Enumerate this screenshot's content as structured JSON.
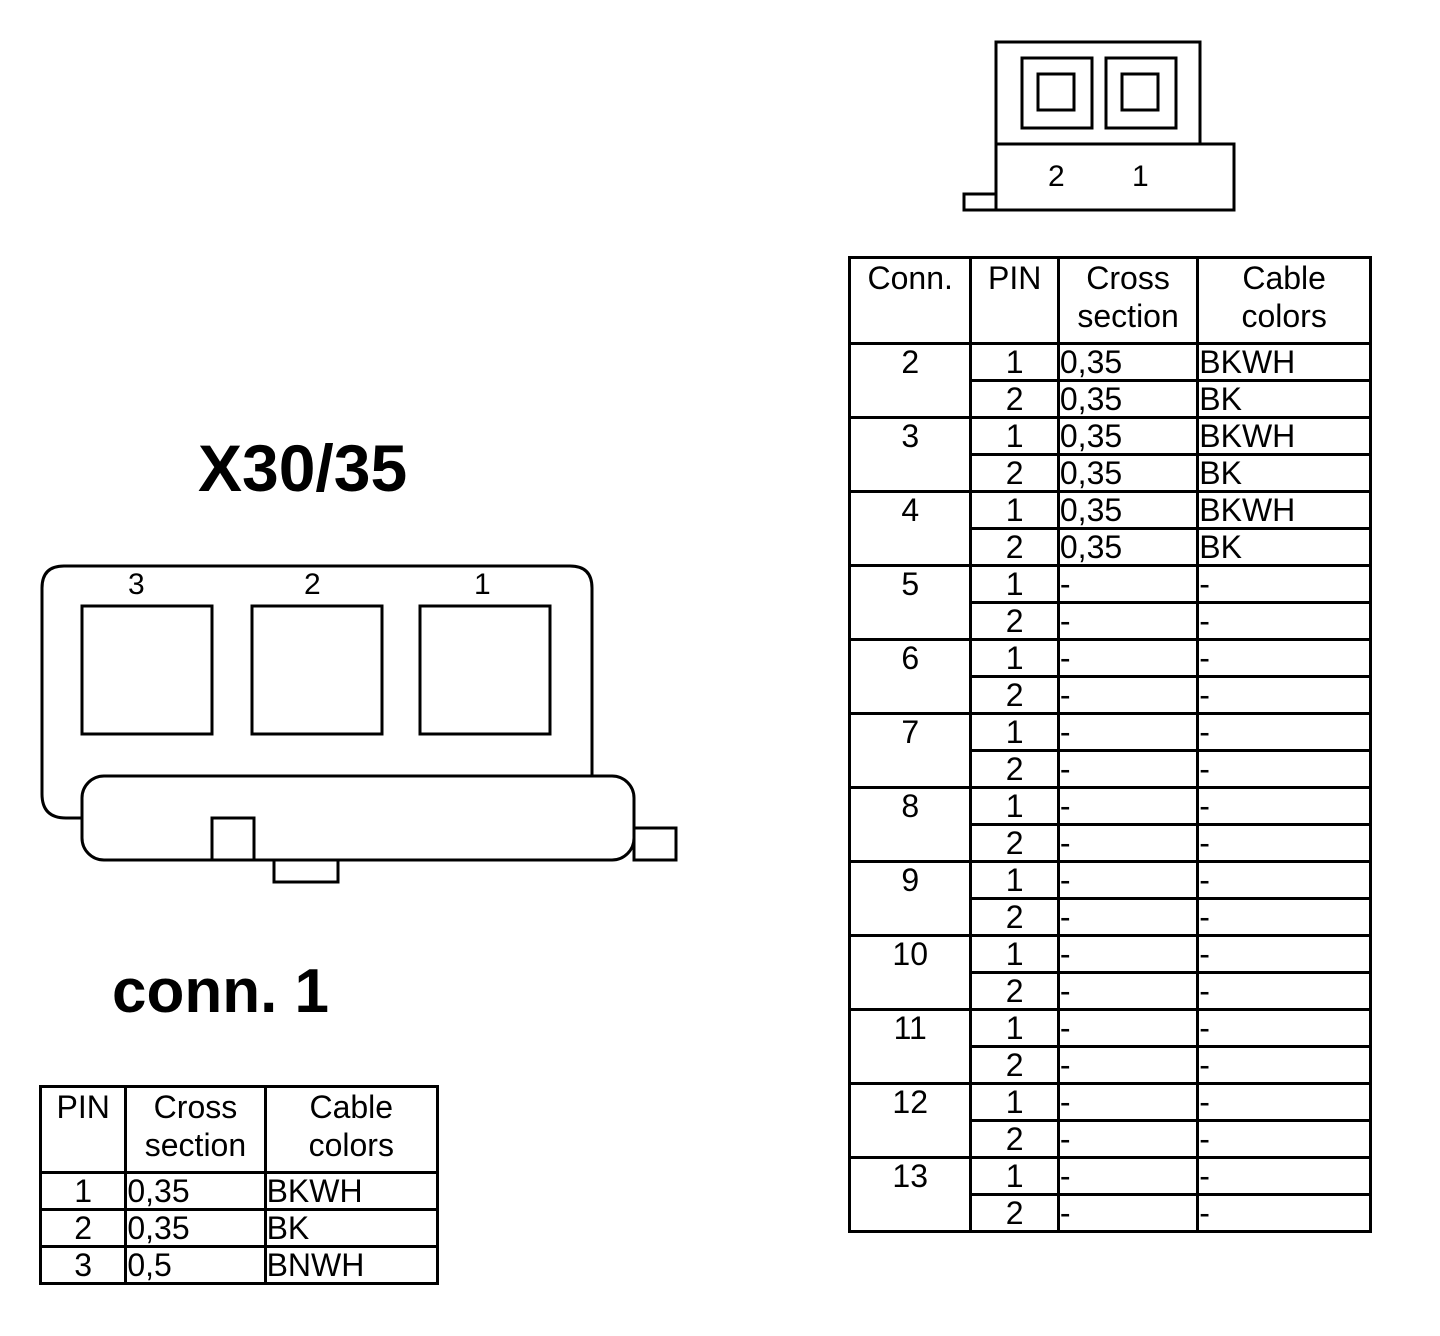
{
  "left_section": {
    "title": "X30/35",
    "pin_numbers": [
      "3",
      "2",
      "1"
    ],
    "caption": "conn. 1",
    "table": {
      "headers": [
        "PIN",
        "Cross\nsection",
        "Cable\ncolors"
      ],
      "rows": [
        {
          "pin": "1",
          "cross_section": "0,35",
          "color": "BKWH"
        },
        {
          "pin": "2",
          "cross_section": "0,35",
          "color": "BK"
        },
        {
          "pin": "3",
          "cross_section": "0,5",
          "color": "BNWH"
        }
      ]
    }
  },
  "right_section": {
    "pin_numbers": [
      "2",
      "1"
    ],
    "table": {
      "headers": [
        "Conn.",
        "PIN",
        "Cross\nsection",
        "Cable\ncolors"
      ],
      "groups": [
        {
          "conn": "2",
          "rows": [
            {
              "pin": "1",
              "cross_section": "0,35",
              "color": "BKWH"
            },
            {
              "pin": "2",
              "cross_section": "0,35",
              "color": "BK"
            }
          ]
        },
        {
          "conn": "3",
          "rows": [
            {
              "pin": "1",
              "cross_section": "0,35",
              "color": "BKWH"
            },
            {
              "pin": "2",
              "cross_section": "0,35",
              "color": "BK"
            }
          ]
        },
        {
          "conn": "4",
          "rows": [
            {
              "pin": "1",
              "cross_section": "0,35",
              "color": "BKWH"
            },
            {
              "pin": "2",
              "cross_section": "0,35",
              "color": "BK"
            }
          ]
        },
        {
          "conn": "5",
          "rows": [
            {
              "pin": "1",
              "cross_section": "-",
              "color": "-"
            },
            {
              "pin": "2",
              "cross_section": "-",
              "color": "-"
            }
          ]
        },
        {
          "conn": "6",
          "rows": [
            {
              "pin": "1",
              "cross_section": "-",
              "color": "-"
            },
            {
              "pin": "2",
              "cross_section": "-",
              "color": "-"
            }
          ]
        },
        {
          "conn": "7",
          "rows": [
            {
              "pin": "1",
              "cross_section": "-",
              "color": "-"
            },
            {
              "pin": "2",
              "cross_section": "-",
              "color": "-"
            }
          ]
        },
        {
          "conn": "8",
          "rows": [
            {
              "pin": "1",
              "cross_section": "-",
              "color": "-"
            },
            {
              "pin": "2",
              "cross_section": "-",
              "color": "-"
            }
          ]
        },
        {
          "conn": "9",
          "rows": [
            {
              "pin": "1",
              "cross_section": "-",
              "color": "-"
            },
            {
              "pin": "2",
              "cross_section": "-",
              "color": "-"
            }
          ]
        },
        {
          "conn": "10",
          "rows": [
            {
              "pin": "1",
              "cross_section": "-",
              "color": "-"
            },
            {
              "pin": "2",
              "cross_section": "-",
              "color": "-"
            }
          ]
        },
        {
          "conn": "11",
          "rows": [
            {
              "pin": "1",
              "cross_section": "-",
              "color": "-"
            },
            {
              "pin": "2",
              "cross_section": "-",
              "color": "-"
            }
          ]
        },
        {
          "conn": "12",
          "rows": [
            {
              "pin": "1",
              "cross_section": "-",
              "color": "-"
            },
            {
              "pin": "2",
              "cross_section": "-",
              "color": "-"
            }
          ]
        },
        {
          "conn": "13",
          "rows": [
            {
              "pin": "1",
              "cross_section": "-",
              "color": "-"
            },
            {
              "pin": "2",
              "cross_section": "-",
              "color": "-"
            }
          ]
        }
      ]
    }
  }
}
